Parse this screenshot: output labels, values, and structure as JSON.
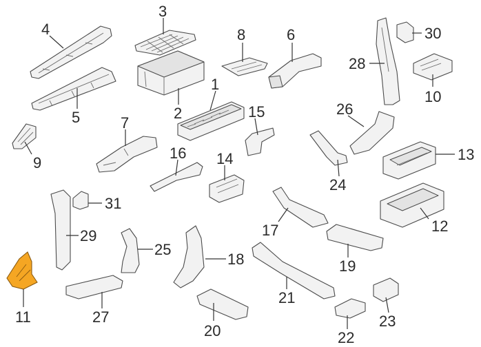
{
  "diagram": {
    "highlight_color": "#f5a623",
    "highlighted_part": "11",
    "parts": [
      {
        "id": "p1",
        "label": "1"
      },
      {
        "id": "p2",
        "label": "2"
      },
      {
        "id": "p3",
        "label": "3"
      },
      {
        "id": "p4",
        "label": "4"
      },
      {
        "id": "p5",
        "label": "5"
      },
      {
        "id": "p6",
        "label": "6"
      },
      {
        "id": "p7",
        "label": "7"
      },
      {
        "id": "p8",
        "label": "8"
      },
      {
        "id": "p9",
        "label": "9"
      },
      {
        "id": "p10",
        "label": "10"
      },
      {
        "id": "p11",
        "label": "11"
      },
      {
        "id": "p12",
        "label": "12"
      },
      {
        "id": "p13",
        "label": "13"
      },
      {
        "id": "p14",
        "label": "14"
      },
      {
        "id": "p15",
        "label": "15"
      },
      {
        "id": "p16",
        "label": "16"
      },
      {
        "id": "p17",
        "label": "17"
      },
      {
        "id": "p18",
        "label": "18"
      },
      {
        "id": "p19",
        "label": "19"
      },
      {
        "id": "p20",
        "label": "20"
      },
      {
        "id": "p21",
        "label": "21"
      },
      {
        "id": "p22",
        "label": "22"
      },
      {
        "id": "p23",
        "label": "23"
      },
      {
        "id": "p24",
        "label": "24"
      },
      {
        "id": "p25",
        "label": "25"
      },
      {
        "id": "p26",
        "label": "26"
      },
      {
        "id": "p27",
        "label": "27"
      },
      {
        "id": "p28",
        "label": "28"
      },
      {
        "id": "p29",
        "label": "29"
      },
      {
        "id": "p30",
        "label": "30"
      },
      {
        "id": "p31",
        "label": "31"
      }
    ]
  }
}
